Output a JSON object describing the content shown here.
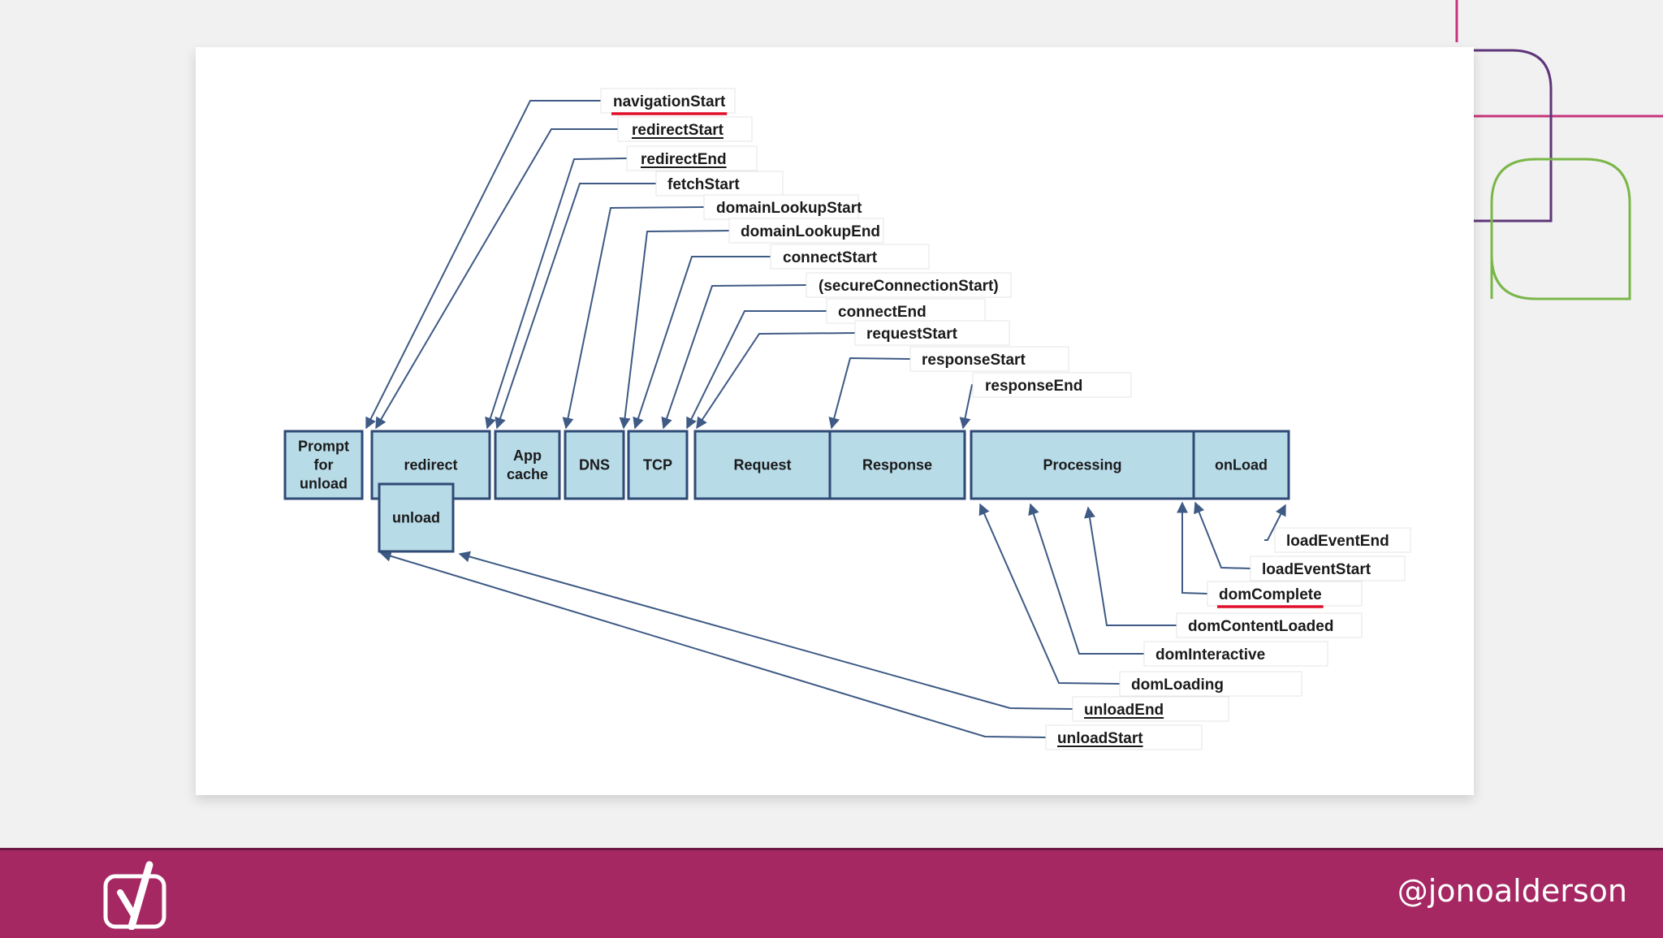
{
  "diagram": {
    "boxes": [
      {
        "id": "prompt",
        "lines": [
          "Prompt",
          "for",
          "unload"
        ]
      },
      {
        "id": "redirect",
        "lines": [
          "redirect"
        ]
      },
      {
        "id": "unload",
        "lines": [
          "unload"
        ]
      },
      {
        "id": "appcache",
        "lines": [
          "App",
          "cache"
        ]
      },
      {
        "id": "dns",
        "lines": [
          "DNS"
        ]
      },
      {
        "id": "tcp",
        "lines": [
          "TCP"
        ]
      },
      {
        "id": "request",
        "lines": [
          "Request"
        ]
      },
      {
        "id": "response",
        "lines": [
          "Response"
        ]
      },
      {
        "id": "processing",
        "lines": [
          "Processing"
        ]
      },
      {
        "id": "onload",
        "lines": [
          "onLoad"
        ]
      }
    ],
    "top_labels": [
      {
        "text": "navigationStart",
        "underline": "red"
      },
      {
        "text": "redirectStart",
        "underline": "black"
      },
      {
        "text": "redirectEnd",
        "underline": "black"
      },
      {
        "text": "fetchStart",
        "underline": ""
      },
      {
        "text": "domainLookupStart",
        "underline": ""
      },
      {
        "text": "domainLookupEnd",
        "underline": ""
      },
      {
        "text": "connectStart",
        "underline": ""
      },
      {
        "text": "(secureConnectionStart)",
        "underline": ""
      },
      {
        "text": "connectEnd",
        "underline": ""
      },
      {
        "text": "requestStart",
        "underline": ""
      },
      {
        "text": "responseStart",
        "underline": ""
      },
      {
        "text": "responseEnd",
        "underline": ""
      }
    ],
    "bottom_labels": [
      {
        "text": "loadEventEnd",
        "underline": ""
      },
      {
        "text": "loadEventStart",
        "underline": ""
      },
      {
        "text": "domComplete",
        "underline": "red"
      },
      {
        "text": "domContentLoaded",
        "underline": ""
      },
      {
        "text": "domInteractive",
        "underline": ""
      },
      {
        "text": "domLoading",
        "underline": ""
      },
      {
        "text": "unloadEnd",
        "underline": "black"
      },
      {
        "text": "unloadStart",
        "underline": "black"
      }
    ]
  },
  "footer": {
    "logo_icon": "yoast-logo-icon",
    "handle": "@jonoalderson"
  },
  "colors": {
    "box_fill": "#b8dbe8",
    "box_stroke": "#2f4a75",
    "connector": "#3e5a85",
    "footer_bg": "#a52863",
    "highlight_underline": "#e0102a"
  }
}
